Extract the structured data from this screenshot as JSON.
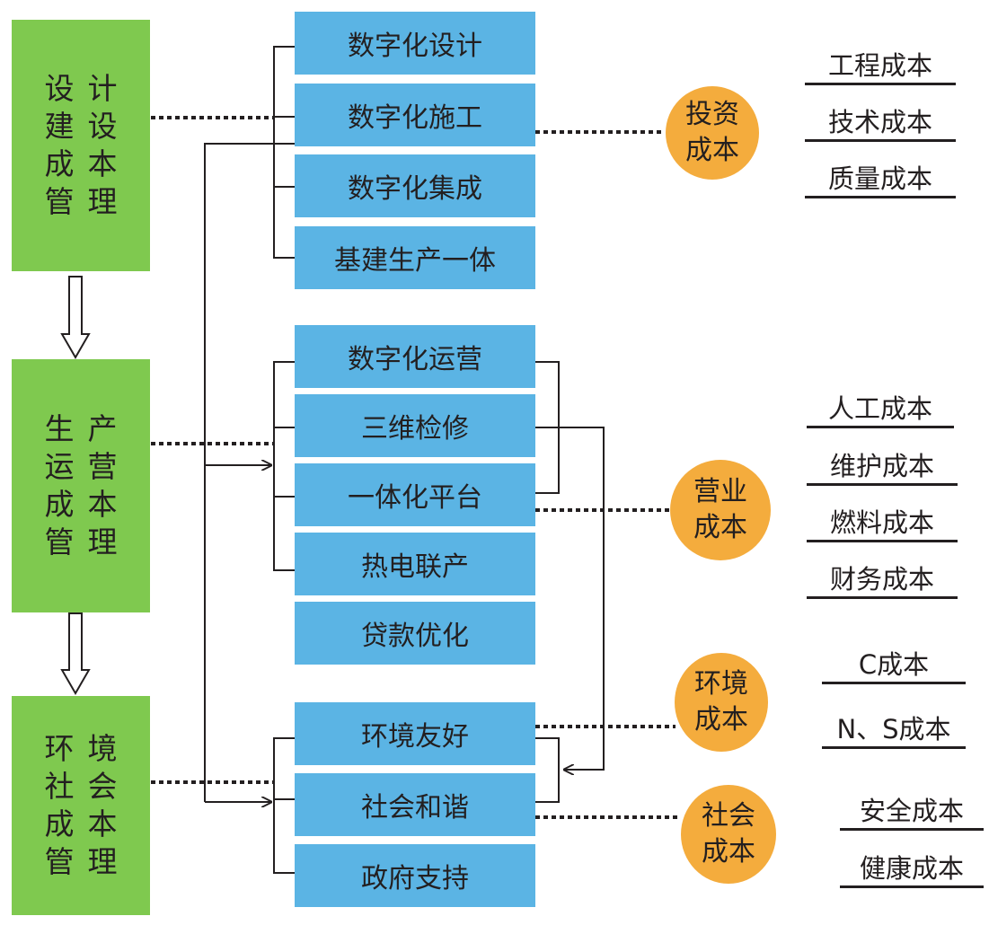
{
  "management": [
    {
      "chars": [
        "设",
        "计",
        "建",
        "设",
        "成",
        "本",
        "管",
        "理"
      ]
    },
    {
      "chars": [
        "生",
        "产",
        "运",
        "营",
        "成",
        "本",
        "管",
        "理"
      ]
    },
    {
      "chars": [
        "环",
        "境",
        "社",
        "会",
        "成",
        "本",
        "管",
        "理"
      ]
    }
  ],
  "design_group": [
    "数字化设计",
    "数字化施工",
    "数字化集成",
    "基建生产一体"
  ],
  "operation_group": [
    "数字化运营",
    "三维检修",
    "一体化平台",
    "热电联产",
    "贷款优化"
  ],
  "social_group": [
    "环境友好",
    "社会和谐",
    "政府支持"
  ],
  "cost_circles": [
    {
      "line1": "投资",
      "line2": "成本"
    },
    {
      "line1": "营业",
      "line2": "成本"
    },
    {
      "line1": "环境",
      "line2": "成本"
    },
    {
      "line1": "社会",
      "line2": "成本"
    }
  ],
  "investment_costs": [
    "工程成本",
    "技术成本",
    "质量成本"
  ],
  "operating_costs": [
    "人工成本",
    "维护成本",
    "燃料成本",
    "财务成本"
  ],
  "environment_costs": [
    "C成本",
    "N、S成本"
  ],
  "social_costs": [
    "安全成本",
    "健康成本"
  ],
  "colors": {
    "green": "#7fc94f",
    "blue": "#5bb4e4",
    "orange": "#f4ac3d",
    "line": "#231f20"
  }
}
